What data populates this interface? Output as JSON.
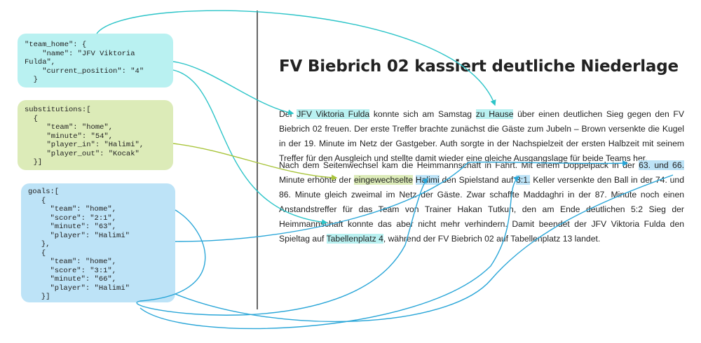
{
  "json_boxes": {
    "team_home": "\"team_home\": {\n    \"name\": \"JFV Viktoria\nFulda\",\n    \"current_position\": \"4\"\n  }",
    "substitutions": "substitutions:[\n  {\n     \"team\": \"home\",\n     \"minute\": \"54\",\n     \"player_in\": \"Halimi\",\n     \"player_out\": \"Kocak\"\n  }]",
    "goals": "goals:[\n   {\n     \"team\": \"home\",\n     \"score\": \"2:1\",\n     \"minute\": \"63\",\n     \"player\": \"Halimi\"\n   },\n   {\n     \"team\": \"home\",\n     \"score\": \"3:1\",\n     \"minute\": \"66\",\n     \"player\": \"Halimi\"\n   }]"
  },
  "article": {
    "title": "FV Biebrich 02 kassiert deutliche Niederlage",
    "p1": [
      "Der ",
      "JFV Viktoria Fulda",
      " konnte sich am Samstag ",
      "zu Hause",
      " über einen deutlichen Sieg gegen den FV Biebrich 02 freuen. Der erste Treffer brachte zunächst die Gäste zum Jubeln – Brown versenkte die Kugel in der 19. Minute im Netz der Gastgeber. Auth sorgte in der Nachspielzeit der ersten Halbzeit mit seinem Treffer für den Ausgleich und stellte damit wieder eine gleiche Ausgangslage für beide Teams her."
    ],
    "p2": [
      "Nach dem Seitenwechsel kam die Heimmannschaft in Fahrt. Mit einem Doppelpack in der ",
      "63. und 66.",
      " Minute erhöhte der ",
      "eingewechselte",
      " ",
      "Halimi",
      " den Spielstand auf ",
      "3:1.",
      " Keller versenkte den Ball in der 74. und 86. Minute gleich zweimal im Netz der Gäste. Zwar schaffte Maddaghri in der 87. Minute noch einen Anstandstreffer für das Team von Trainer Hakan Tutkun, den am Ende deutlichen 5:2 Sieg der Heimmannschaft konnte das aber nicht mehr verhindern. Damit beendet der JFV Viktoria Fulda den Spieltag auf ",
      "Tabellenplatz 4",
      ", während der FV Biebrich 02 auf Tabellenplatz 13 landet."
    ]
  },
  "colors": {
    "cyan": "#b9f1f1",
    "green": "#dcebb8",
    "blue": "#bde3f7",
    "line_cyan": "#2cc4c8",
    "line_green": "#a8c43a",
    "line_blue": "#2aa6d8"
  }
}
